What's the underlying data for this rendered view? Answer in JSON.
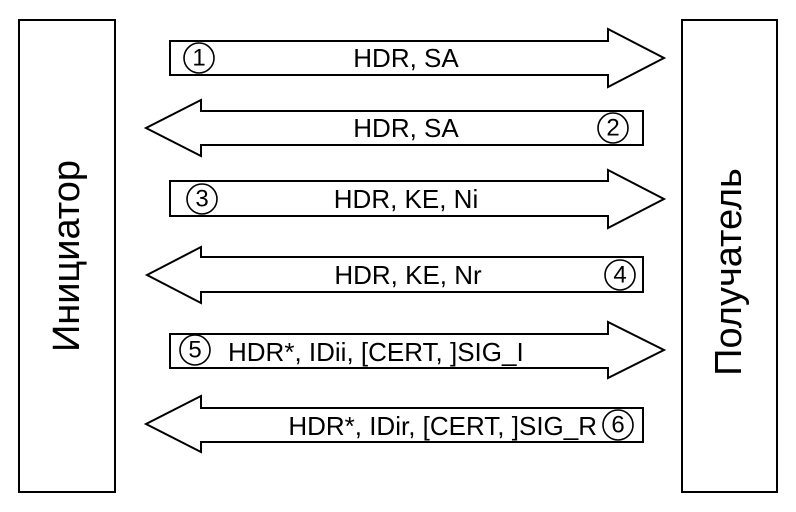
{
  "participants": {
    "initiator": "Инициатор",
    "responder": "Получатель"
  },
  "messages": [
    {
      "number": "1",
      "label": "HDR, SA",
      "direction": "right"
    },
    {
      "number": "2",
      "label": "HDR, SA",
      "direction": "left"
    },
    {
      "number": "3",
      "label": "HDR, KE,  Ni",
      "direction": "right"
    },
    {
      "number": "4",
      "label": "HDR, KE, Nr",
      "direction": "left"
    },
    {
      "number": "5",
      "label": "HDR*, IDii, [CERT, ]SIG_I",
      "direction": "right"
    },
    {
      "number": "6",
      "label": "HDR*, IDir, [CERT, ]SIG_R",
      "direction": "left"
    }
  ]
}
